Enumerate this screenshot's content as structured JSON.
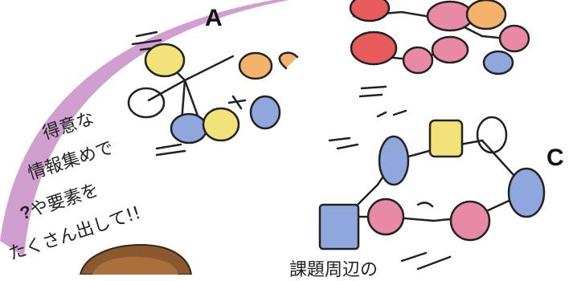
{
  "labels": {
    "a": "A",
    "c": "C"
  },
  "caption": {
    "line1": "得意な",
    "line2": "情報集めで",
    "line3_q": "?",
    "line3_rest": "や要素を",
    "line4": "たくさん出して!!"
  },
  "bottom_caption": "課題周辺の",
  "colors": {
    "arc": "#c88ec8",
    "yellow": "#f2e27a",
    "orange": "#f3b36a",
    "blue": "#8fa7dc",
    "pink": "#e88aa6",
    "red": "#e85b5b",
    "ink": "#222222"
  }
}
